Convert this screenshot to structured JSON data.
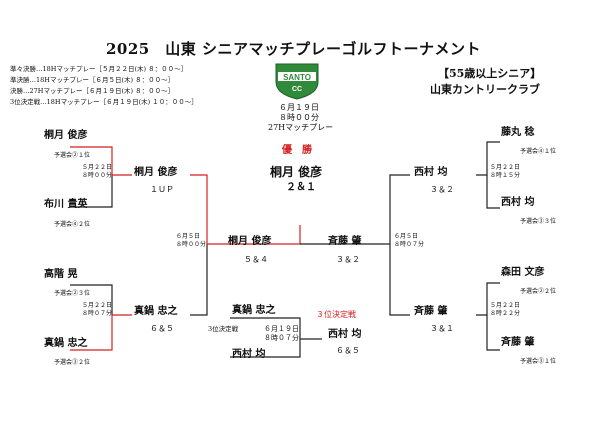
{
  "header": {
    "title": "2025　山東 シニアマッチプレーゴルフトーナメント",
    "schedule": [
      "準々決勝…18Hマッチプレー［５月２２日(木) ８：００～］",
      "準決勝…18Hマッチプレー［６月５日(木) ８：００～］",
      "決勝…27Hマッチプレー［６月１９日(木) ８：００～］",
      "3位決定戦…18Hマッチプレー［６月１９日(木) １０：００～］"
    ],
    "category": "【55歳以上シニア】",
    "club": "山東カントリークラブ",
    "logo_text": "SANTO",
    "logo_sub": "CC"
  },
  "final": {
    "date": "６月１９日",
    "time": "８時００分",
    "format": "27Hマッチプレー",
    "champion_label": "優　勝",
    "champion": "桐月 俊彦",
    "score": "２＆１"
  },
  "left": {
    "players": [
      {
        "name": "桐月 俊彦",
        "seed": "予選会②１位"
      },
      {
        "name": "布川 貴英",
        "seed": "予選会④２位"
      },
      {
        "name": "高階 晃",
        "seed": "予選会②３位"
      },
      {
        "name": "真鍋 忠之",
        "seed": "予選会③２位"
      }
    ],
    "qf1": {
      "date": "５月２２日",
      "time": "８時００分",
      "winner": "桐月 俊彦",
      "score": "１ＵＰ"
    },
    "qf2": {
      "date": "５月２２日",
      "time": "８時０７分",
      "winner": "真鍋 忠之",
      "score": "６＆５"
    },
    "sf": {
      "date": "６月５日",
      "time": "８時００分",
      "winner": "桐月 俊彦",
      "score": "５＆４"
    }
  },
  "right": {
    "players": [
      {
        "name": "藤丸 稔",
        "seed": "予選会④１位"
      },
      {
        "name": "西村 均",
        "seed": "予選会③３位"
      },
      {
        "name": "森田 文彦",
        "seed": "予選会②２位"
      },
      {
        "name": "斉藤 肇",
        "seed": "予選会③１位"
      }
    ],
    "qf1": {
      "date": "５月２２日",
      "time": "８時１５分",
      "winner": "西村 均",
      "score": "３＆２"
    },
    "qf2": {
      "date": "５月２２日",
      "time": "８時２２分",
      "winner": "斉藤 肇",
      "score": "３＆１"
    },
    "sf": {
      "date": "６月５日",
      "time": "８時０７分",
      "winner": "斉藤 肇",
      "score": "３＆２"
    }
  },
  "third_place": {
    "label": "３位決定戦",
    "title": "3位決定戦",
    "date": "６月１９日",
    "time": "８時０７分",
    "player_top": "真鍋 忠之",
    "player_bottom": "西村 均",
    "winner": "西村 均",
    "score": "６＆５"
  },
  "colors": {
    "winner_line": "#d42020",
    "line": "#222222",
    "logo_green": "#2f8a3a"
  }
}
